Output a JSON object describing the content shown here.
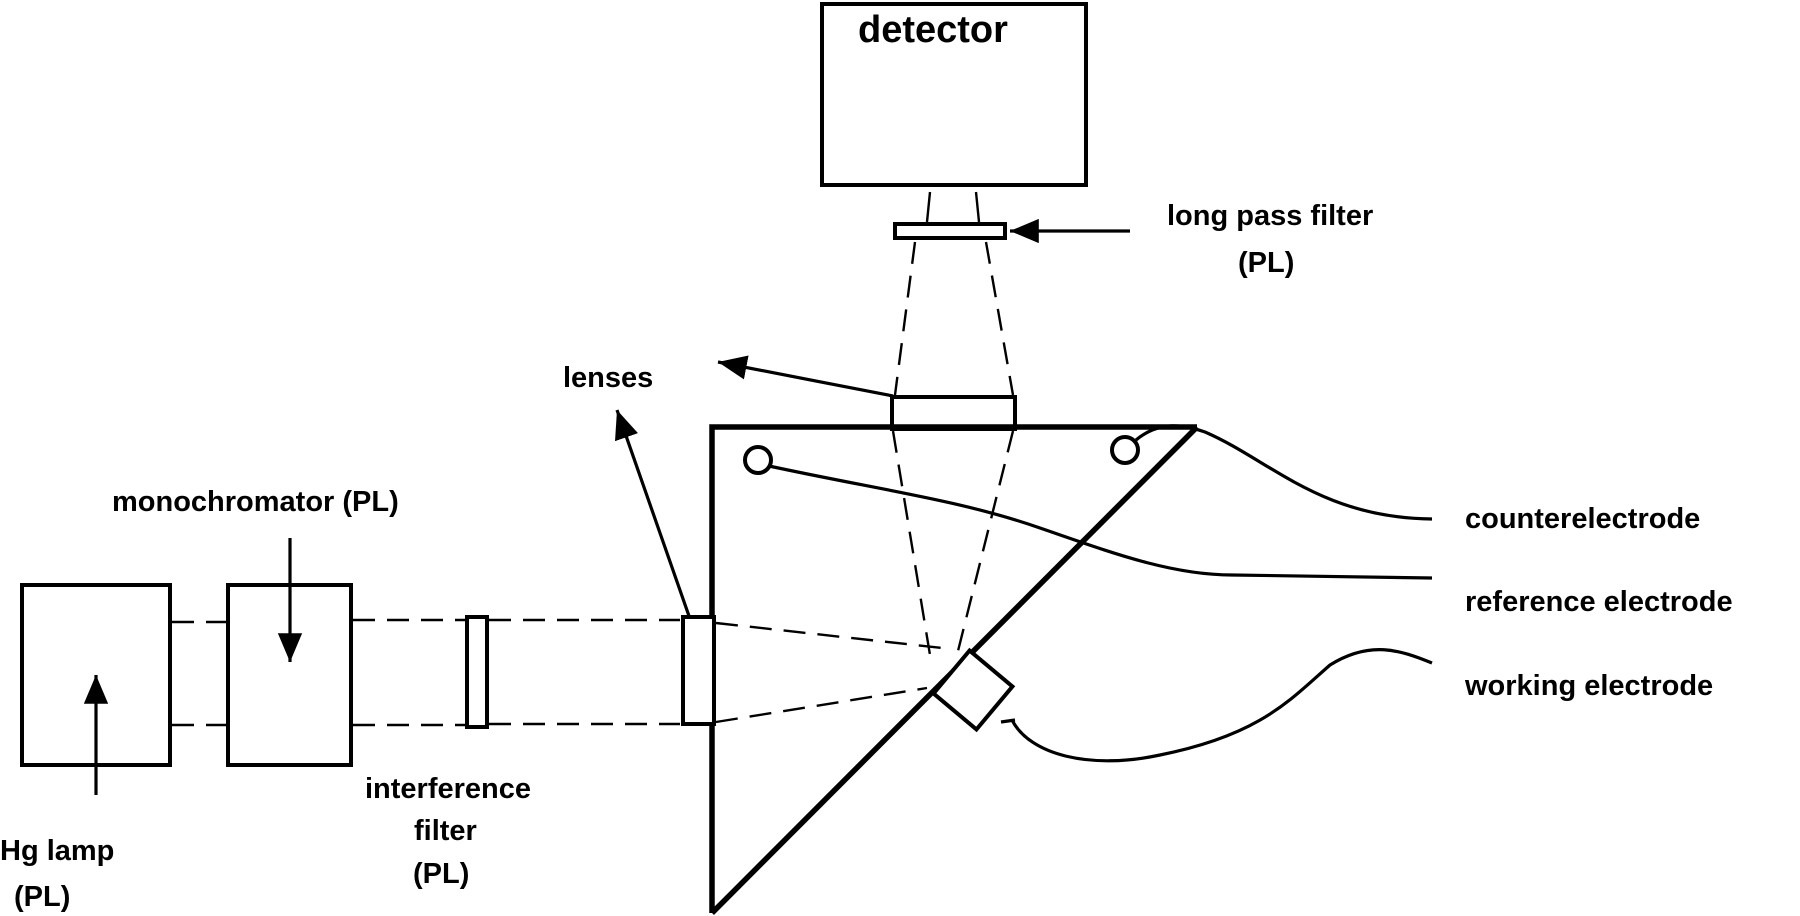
{
  "labels": {
    "detector": "detector",
    "long_pass_filter_line1": "long pass filter",
    "long_pass_filter_line2": "(PL)",
    "lenses": "lenses",
    "monochromator": "monochromator (PL)",
    "counterelectrode": "counterelectrode",
    "reference_electrode": "reference electrode",
    "working_electrode": "working electrode",
    "interference_filter_line1": "interference",
    "interference_filter_line2": "filter",
    "interference_filter_line3": "(PL)",
    "hg_lamp_line1": "Hg lamp",
    "hg_lamp_line2": "(PL)"
  }
}
